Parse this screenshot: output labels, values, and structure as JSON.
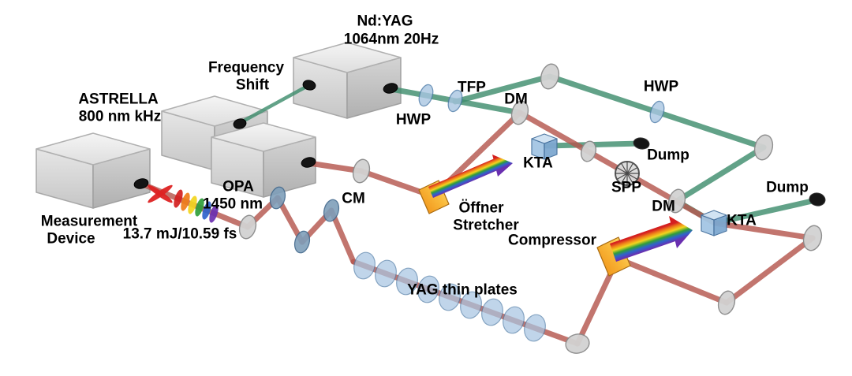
{
  "diagram": {
    "boxes": {
      "ndyag": {
        "line1": "Nd:YAG",
        "line2": "1064nm 20Hz"
      },
      "frequency_shift": {
        "line1": "Frequency",
        "line2": "Shift"
      },
      "astrella": {
        "line1": "ASTRELLA",
        "line2": "800 nm kHz"
      },
      "opa": {
        "line1": "OPA",
        "line2": "1450 nm"
      },
      "measurement": {
        "line1": "Measurement",
        "line2": "Device"
      }
    },
    "annotations": {
      "pulse_energy": "13.7 mJ/10.59 fs",
      "cm": "CM",
      "offner": {
        "line1": "Öffner",
        "line2": "Stretcher"
      },
      "compressor": "Compressor",
      "yag_plates": "YAG thin plates",
      "hwp1": "HWP",
      "tfp": "TFP",
      "dm1": "DM",
      "hwp2": "HWP",
      "kta1": "KTA",
      "dump1": "Dump",
      "spp": "SPP",
      "dm2": "DM",
      "kta2": "KTA",
      "dump2": "Dump"
    },
    "colors": {
      "beam_red": "#b4574e",
      "beam_green": "#3f8e6e",
      "lens_blue": "#a9c6e2",
      "cm_blue": "#7f9fba",
      "mirror_gray": "#d2d2d2",
      "grating_orange": "#f5a623",
      "box_gray": "#dcdcdc"
    }
  }
}
